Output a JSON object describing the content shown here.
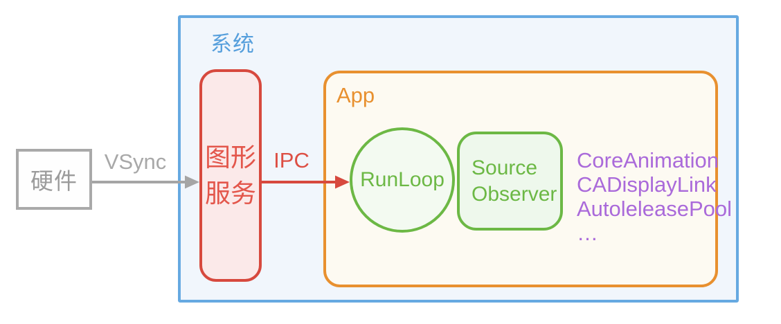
{
  "diagram": {
    "hardware": {
      "label": "硬件",
      "border_color": "#A9A9A9",
      "text_color": "#9B9B9B"
    },
    "system": {
      "label": "系统",
      "border_color": "#66A9E1",
      "fill_color": "#F1F6FC",
      "text_color": "#569FDC"
    },
    "graphics_service": {
      "label": "图形\n服务",
      "border_color": "#D7493E",
      "fill_color": "#FBE9E9",
      "text_color": "#E3564B"
    },
    "edges": {
      "vsync": {
        "label": "VSync",
        "color": "#A5A5A5"
      },
      "ipc": {
        "label": "IPC",
        "color": "#D7493E"
      }
    },
    "app": {
      "label": "App",
      "border_color": "#E8902F",
      "fill_color": "#FDFAF2",
      "text_color": "#E8902F",
      "runloop": {
        "label": "RunLoop",
        "border_color": "#6CB845",
        "fill_color": "#F3FAF1",
        "text_color": "#6CB845"
      },
      "source_observer": {
        "label": "Source\nObserver",
        "border_color": "#6CB845",
        "fill_color": "#EEF8EC",
        "text_color": "#6CB845"
      },
      "frameworks": {
        "color": "#AA6ADA",
        "items": [
          "CoreAnimation",
          "CADisplayLink",
          "AutoleleasePool",
          "…"
        ]
      }
    }
  }
}
